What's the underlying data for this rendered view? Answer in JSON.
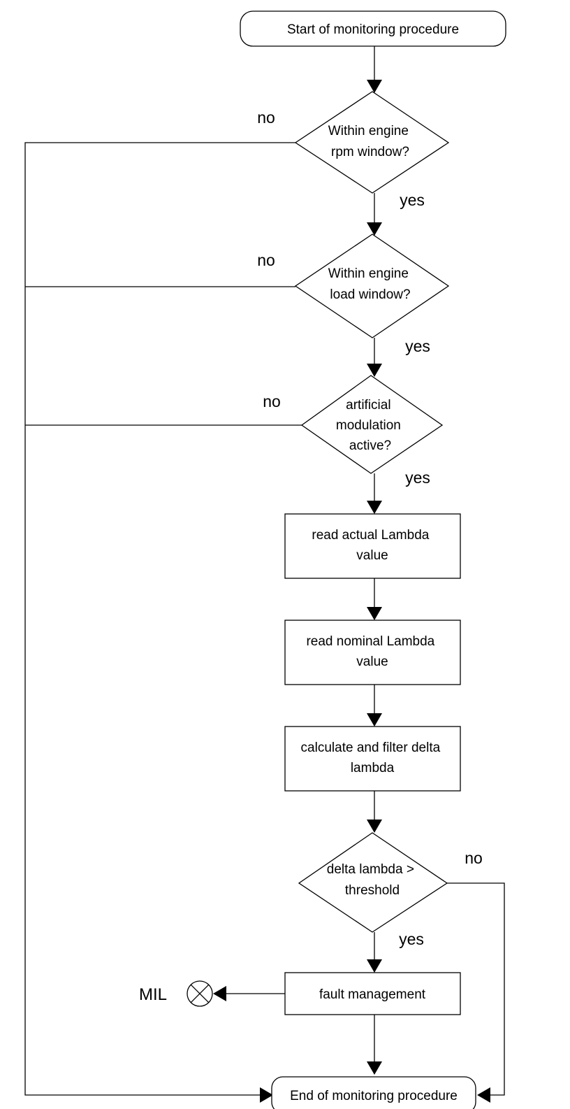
{
  "nodes": {
    "start": {
      "lines": [
        "Start of monitoring procedure"
      ]
    },
    "rpm_check": {
      "lines": [
        "Within engine",
        "rpm window?"
      ]
    },
    "load_check": {
      "lines": [
        "Within engine",
        "load window?"
      ]
    },
    "modulation_check": {
      "lines": [
        "artificial",
        "modulation",
        "active?"
      ]
    },
    "read_actual": {
      "lines": [
        "read actual Lambda",
        "value"
      ]
    },
    "read_nominal": {
      "lines": [
        "read nominal Lambda",
        "value"
      ]
    },
    "calc_delta": {
      "lines": [
        "calculate and filter delta",
        "lambda"
      ]
    },
    "threshold_check": {
      "lines": [
        "delta lambda >",
        "threshold"
      ]
    },
    "fault_mgmt": {
      "lines": [
        "fault management"
      ]
    },
    "end": {
      "lines": [
        "End of monitoring procedure"
      ]
    }
  },
  "branch_labels": {
    "rpm_no": "no",
    "rpm_yes": "yes",
    "load_no": "no",
    "load_yes": "yes",
    "modulation_no": "no",
    "modulation_yes": "yes",
    "threshold_no": "no",
    "threshold_yes": "yes"
  },
  "indicator": {
    "label": "MIL",
    "icon": "lamp-indicator-icon"
  },
  "colors": {
    "stroke": "#000000",
    "fill": "#ffffff"
  }
}
